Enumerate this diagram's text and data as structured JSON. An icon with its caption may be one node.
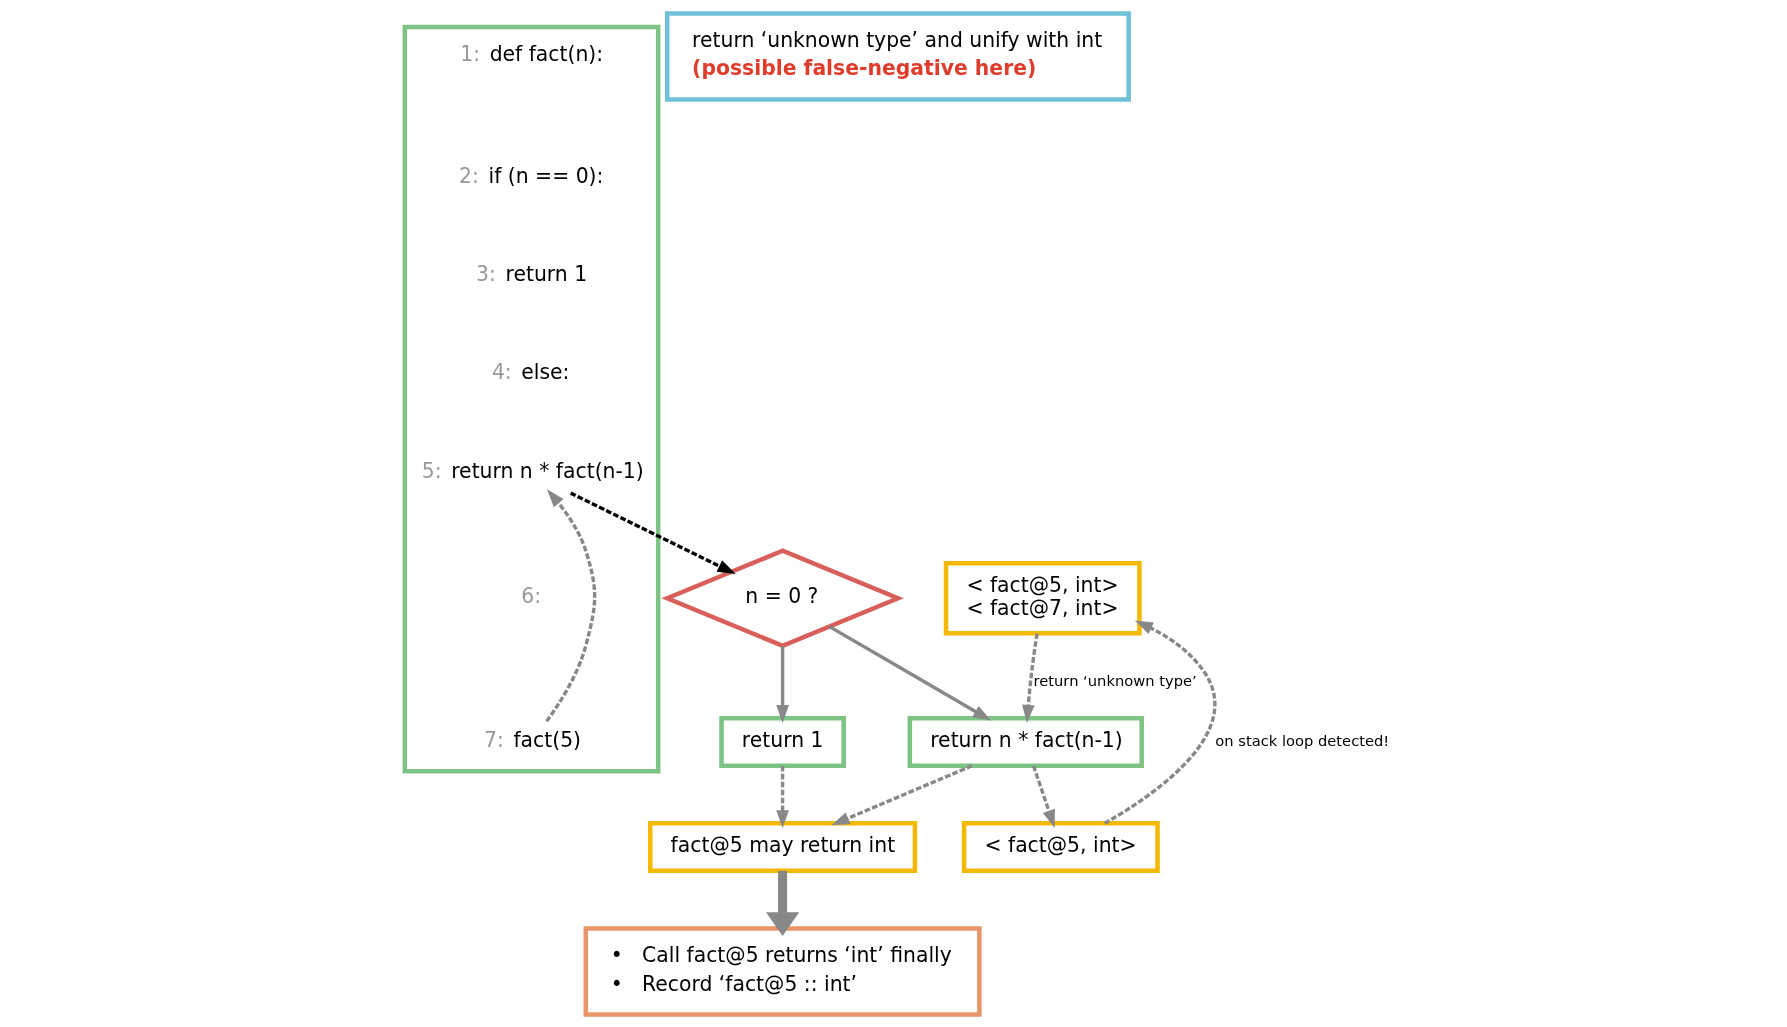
{
  "diagram": {
    "nodes": [
      {
        "text": [],
        "shape": "box"
      },
      {
        "text": [
          "1:",
          "def fact(n):"
        ],
        "in": 0
      },
      {
        "text": [
          "2:",
          "if (n == 0):"
        ],
        "in": 0
      },
      {
        "text": [
          "3:",
          "return 1"
        ],
        "in": 0
      },
      {
        "text": [
          "4:",
          "else:"
        ],
        "in": 0
      },
      {
        "text": [
          "5:",
          "return n * fact(n-1)"
        ],
        "in": 0
      },
      {
        "text": [
          "6:"
        ],
        "in": 0
      },
      {
        "text": [
          "7:",
          "fact(5)"
        ],
        "in": 0
      },
      {
        "text": [
          "< fact@5, int>",
          "< fact@7, int>"
        ]
      },
      {
        "text": [
          "n = 0 ?"
        ]
      },
      {
        "text": [
          "return 1"
        ]
      },
      {
        "text": [
          "return n * fact(n-1)"
        ]
      },
      {
        "text": [
          "fact@5 may return int"
        ]
      },
      {
        "text": [
          "return ‘unknown type’ and unify with int",
          "(possible false-negative here)"
        ]
      },
      {
        "text": [
          "< fact@5, int>"
        ]
      },
      {
        "text": [
          "•   Call fact@5 returns ‘int’ finally",
          "•   Record ‘fact@5 :: int’"
        ]
      }
    ],
    "edges": [
      {
        "from": 7,
        "to": 5,
        "arrow": "to",
        "style": "dashed"
      },
      {
        "from": 5,
        "to": 9,
        "arrow": "to",
        "style": "dashed",
        "color": "#000000"
      },
      {
        "from": 9,
        "to": 10,
        "arrow": "to"
      },
      {
        "from": 9,
        "to": 11,
        "arrow": "to"
      },
      {
        "from": 8,
        "to": 11,
        "arrow": "to",
        "style": "dashed",
        "label": "return ‘unknown type’"
      },
      {
        "from": 10,
        "to": 12,
        "arrow": "to",
        "style": "dashed"
      },
      {
        "from": 11,
        "to": 12,
        "arrow": "to",
        "style": "dashed"
      },
      {
        "from": 11,
        "to": 14,
        "arrow": "to",
        "style": "dashed"
      },
      {
        "from": 14,
        "to": 8,
        "arrow": "to",
        "style": "dashed",
        "label": "on stack loop detected!"
      },
      {
        "from": 12,
        "to": 15,
        "arrow": "to",
        "style": "thick"
      }
    ]
  }
}
